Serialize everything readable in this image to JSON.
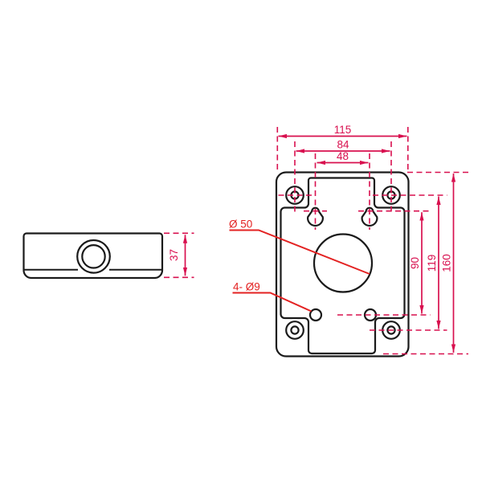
{
  "drawing": {
    "type": "engineering-dimension-drawing",
    "part": "mounting-plate-with-views",
    "colors": {
      "outline": "#1a1a1a",
      "dim": "#d8104f",
      "callout": "#e32222",
      "background": "#ffffff"
    },
    "side_view": {
      "depth": "37"
    },
    "front_view": {
      "overall_width": "115",
      "corner_hole_pitch_h": "84",
      "keyhole_pitch": "48",
      "overall_height": "160",
      "corner_hole_pitch_v": "119",
      "keyhole_to_bottom_hole": "90",
      "center_bore_callout": "Ø 50",
      "mount_holes_callout": "4- Ø9"
    }
  }
}
